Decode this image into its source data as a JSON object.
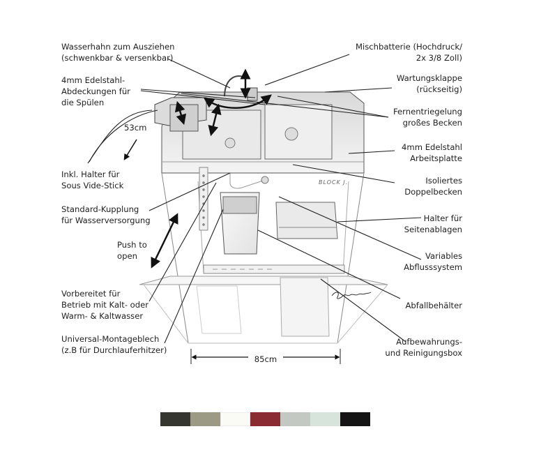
{
  "labels": {
    "left": [
      {
        "id": "faucet",
        "lines": [
          "Wasserhahn zum Ausziehen",
          "(schwenkbar & versenkbar)"
        ]
      },
      {
        "id": "covers",
        "lines": [
          "4mm Edelstahl-",
          "Abdeckungen für",
          "die Spülen"
        ]
      },
      {
        "id": "depth",
        "lines": [
          "53cm"
        ]
      },
      {
        "id": "sousvide",
        "lines": [
          "Inkl. Halter für",
          "Sous Vide-Stick"
        ]
      },
      {
        "id": "coupling",
        "lines": [
          "Standard-Kupplung",
          "für Wasserversorgung"
        ]
      },
      {
        "id": "push",
        "lines": [
          "Push to",
          "open"
        ]
      },
      {
        "id": "prepared",
        "lines": [
          "Vorbereitet für",
          "Betrieb mit Kalt- oder",
          "Warm- & Kaltwasser"
        ]
      },
      {
        "id": "mountplate",
        "lines": [
          "Universal-Montageblech",
          "(z.B für Durchlauferhitzer)"
        ]
      }
    ],
    "right": [
      {
        "id": "mixer",
        "lines": [
          "Mischbatterie (Hochdruck/",
          "2x 3/8 Zoll)"
        ]
      },
      {
        "id": "hatch",
        "lines": [
          "Wartungsklappe",
          "(rückseitig)"
        ]
      },
      {
        "id": "remote",
        "lines": [
          "Fernentriegelung",
          "großes Becken"
        ]
      },
      {
        "id": "worktop",
        "lines": [
          "4mm Edelstahl",
          "Arbeitsplatte"
        ]
      },
      {
        "id": "basin",
        "lines": [
          "Isoliertes",
          "Doppelbecken"
        ]
      },
      {
        "id": "sideholder",
        "lines": [
          "Halter für",
          "Seitenablagen"
        ]
      },
      {
        "id": "drain",
        "lines": [
          "Variables",
          "Abflusssystem"
        ]
      },
      {
        "id": "bin",
        "lines": [
          "Abfallbehälter"
        ]
      },
      {
        "id": "storage",
        "lines": [
          "Aufbewahrungs-",
          "und Reinigungsbox"
        ]
      }
    ],
    "width": "85cm"
  },
  "logos": {
    "panel": "BLOCK J.",
    "signature": "Flammkraft"
  },
  "swatches": [
    "#34362f",
    "#9c9a84",
    "#fbfbf6",
    "#8a2a32",
    "#c3c8c2",
    "#d6e4dc",
    "#151515"
  ]
}
